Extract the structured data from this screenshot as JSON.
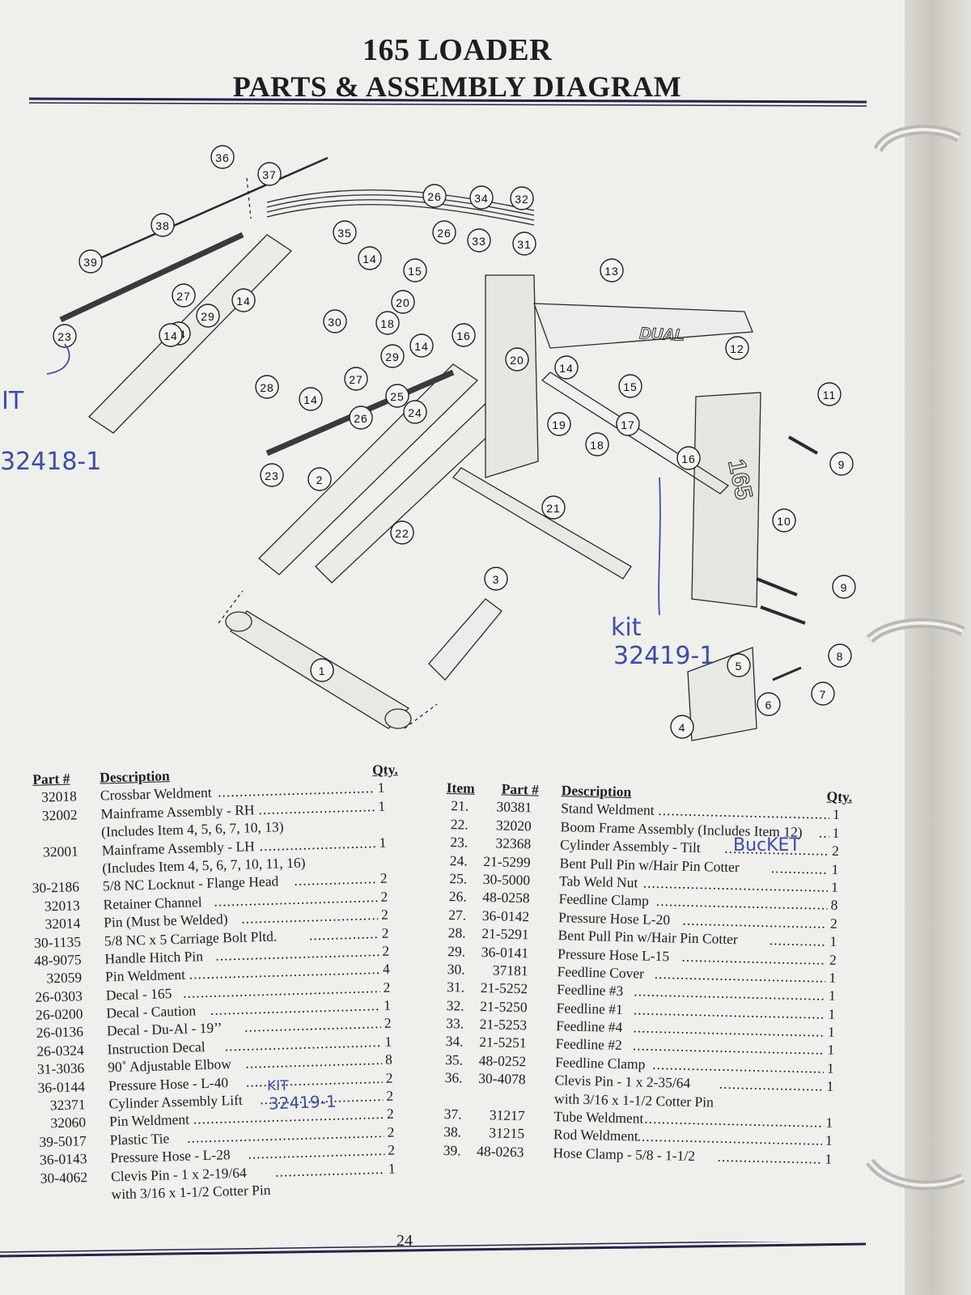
{
  "header": {
    "title_line1": "165 LOADER",
    "title_line2": "PARTS & ASSEMBLY DIAGRAM"
  },
  "diagram": {
    "logo_text": "DUAL",
    "tower_text": "165",
    "callouts": [
      "1",
      "2",
      "3",
      "4",
      "5",
      "6",
      "7",
      "8",
      "9",
      "9",
      "10",
      "11",
      "12",
      "13",
      "14",
      "14",
      "14",
      "14",
      "14",
      "14",
      "14",
      "15",
      "15",
      "16",
      "16",
      "17",
      "18",
      "18",
      "19",
      "20",
      "20",
      "21",
      "22",
      "23",
      "23",
      "24",
      "25",
      "26",
      "26",
      "26",
      "27",
      "27",
      "28",
      "29",
      "29",
      "30",
      "31",
      "32",
      "33",
      "34",
      "35",
      "36",
      "37",
      "38",
      "39"
    ],
    "handwriting": {
      "left_top": "IT",
      "left_kit": "32418-1",
      "kit_word": "kit",
      "kit_number": "32419-1"
    }
  },
  "parts_table": {
    "headers": {
      "item": "Item",
      "part": "Part #",
      "description": "Description",
      "qty": "Qty."
    },
    "left": [
      {
        "part": "32018",
        "desc": "Crossbar Weldment",
        "qty": "1"
      },
      {
        "part": "32002",
        "desc": "Mainframe Assembly - RH",
        "qty": "1"
      },
      {
        "part": "",
        "desc": "(Includes Item 4, 5, 6, 7, 10, 13)",
        "qty": ""
      },
      {
        "part": "32001",
        "desc": "Mainframe Assembly - LH",
        "qty": "1"
      },
      {
        "part": "",
        "desc": "(Includes Item 4, 5, 6, 7, 10, 11, 16)",
        "qty": ""
      },
      {
        "part": "30-2186",
        "desc": "5/8 NC Locknut - Flange Head",
        "qty": "2"
      },
      {
        "part": "32013",
        "desc": "Retainer Channel",
        "qty": "2"
      },
      {
        "part": "32014",
        "desc": "Pin (Must be Welded)",
        "qty": "2"
      },
      {
        "part": "30-1135",
        "desc": "5/8 NC x 5 Carriage Bolt Pltd.",
        "qty": "2"
      },
      {
        "part": "48-9075",
        "desc": "Handle Hitch Pin",
        "qty": "2"
      },
      {
        "part": "32059",
        "desc": "Pin Weldment",
        "qty": "4"
      },
      {
        "part": "26-0303",
        "desc": "Decal - 165",
        "qty": "2"
      },
      {
        "part": "26-0200",
        "desc": "Decal - Caution",
        "qty": "1"
      },
      {
        "part": "26-0136",
        "desc": "Decal - Du-Al - 19’’",
        "qty": "2"
      },
      {
        "part": "26-0324",
        "desc": "Instruction Decal",
        "qty": "1"
      },
      {
        "part": "31-3036",
        "desc": "90˚ Adjustable Elbow",
        "qty": "8"
      },
      {
        "part": "36-0144",
        "desc": "Pressure Hose - L-40",
        "qty": "2"
      },
      {
        "part": "32371",
        "desc": "Cylinder Assembly Lift",
        "qty": "2"
      },
      {
        "part": "32060",
        "desc": "Pin Weldment",
        "qty": "2"
      },
      {
        "part": "39-5017",
        "desc": "Plastic Tie",
        "qty": "2"
      },
      {
        "part": "36-0143",
        "desc": "Pressure Hose - L-28",
        "qty": "2"
      },
      {
        "part": "30-4062",
        "desc": "Clevis Pin - 1 x 2-19/64",
        "qty": "1"
      },
      {
        "part": "",
        "desc": "with 3/16 x 1-1/2 Cotter Pin",
        "qty": ""
      }
    ],
    "right": [
      {
        "item": "21.",
        "part": "30381",
        "desc": "Stand Weldment",
        "qty": "1"
      },
      {
        "item": "22.",
        "part": "32020",
        "desc": "Boom Frame Assembly (Includes Item 12)",
        "qty": "1"
      },
      {
        "item": "23.",
        "part": "32368",
        "desc": "Cylinder Assembly - Tilt",
        "qty": "2"
      },
      {
        "item": "24.",
        "part": "21-5299",
        "desc": "Bent Pull Pin w/Hair Pin Cotter",
        "qty": "1"
      },
      {
        "item": "25.",
        "part": "30-5000",
        "desc": "Tab Weld Nut",
        "qty": "1"
      },
      {
        "item": "26.",
        "part": "48-0258",
        "desc": "Feedline Clamp",
        "qty": "8"
      },
      {
        "item": "27.",
        "part": "36-0142",
        "desc": "Pressure Hose L-20",
        "qty": "2"
      },
      {
        "item": "28.",
        "part": "21-5291",
        "desc": "Bent Pull Pin w/Hair Pin Cotter",
        "qty": "1"
      },
      {
        "item": "29.",
        "part": "36-0141",
        "desc": "Pressure Hose L-15",
        "qty": "2"
      },
      {
        "item": "30.",
        "part": "37181",
        "desc": "Feedline Cover",
        "qty": "1"
      },
      {
        "item": "31.",
        "part": "21-5252",
        "desc": "Feedline #3",
        "qty": "1"
      },
      {
        "item": "32.",
        "part": "21-5250",
        "desc": "Feedline #1",
        "qty": "1"
      },
      {
        "item": "33.",
        "part": "21-5253",
        "desc": "Feedline #4",
        "qty": "1"
      },
      {
        "item": "34.",
        "part": "21-5251",
        "desc": "Feedline #2",
        "qty": "1"
      },
      {
        "item": "35.",
        "part": "48-0252",
        "desc": "Feedline Clamp",
        "qty": "1"
      },
      {
        "item": "36.",
        "part": "30-4078",
        "desc": "Clevis Pin - 1 x 2-35/64",
        "qty": "1"
      },
      {
        "item": "",
        "part": "",
        "desc": "with 3/16 x 1-1/2 Cotter Pin",
        "qty": ""
      },
      {
        "item": "37.",
        "part": "31217",
        "desc": "Tube Weldment",
        "qty": "1"
      },
      {
        "item": "38.",
        "part": "31215",
        "desc": "Rod Weldment",
        "qty": "1"
      },
      {
        "item": "39.",
        "part": "48-0263",
        "desc": "Hose Clamp - 5/8 - 1-1/2",
        "qty": "1"
      }
    ],
    "handwriting": {
      "bucket": "BucKET",
      "kit": "KIT",
      "kit_number": "32419-1"
    }
  },
  "footer": {
    "page_number": "24"
  }
}
